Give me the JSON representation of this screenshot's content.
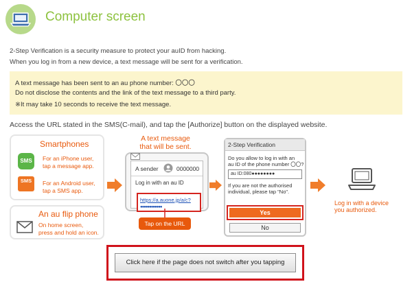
{
  "header": {
    "title": "Computer screen",
    "icon": "laptop-icon",
    "accent_color": "#8dc23f"
  },
  "intro": {
    "line1": "2-Step Verification is a security measure to protect your auID from hacking.",
    "line2": "When you log in from a new device, a text message will be sent for a verification."
  },
  "notice": {
    "line1": "A text message has been sent to an au phone number: 〇〇〇",
    "line2": "Do not disclose the contents and the link of the text message to a third party.",
    "line3": "※It may take 10 seconds to receive the text message.",
    "background": "#fcf5cd"
  },
  "instruction": "Access the URL stated in the SMS(C-mail), and tap the [Authorize] button on the displayed website.",
  "smartphones": {
    "title": "Smartphones",
    "iphone_icon_label": "SMS",
    "iphone_line1": "For an iPhone user,",
    "iphone_line2": "tap a message app.",
    "android_icon_label": "SMS",
    "android_line1": "For an Android user,",
    "android_line2": "tap a SMS app."
  },
  "flip_phone": {
    "title": "An au flip phone",
    "line1": "On home screen,",
    "line2": "press and hold an icon."
  },
  "text_message": {
    "title_line1": "A text message",
    "title_line2": "that will be sent.",
    "sender_label": "A sender",
    "sender_number": "0000000",
    "login_text": "Log in with an au ID",
    "url": "https://a.auone.jp/a/c?",
    "url_dots": "●●●●●●●●●●●●",
    "tap_label": "Tap on the URL"
  },
  "verification": {
    "header": "2-Step Verification",
    "question_line1": "Do you allow to log in with an",
    "question_line2": "au ID of the phone number 〇〇?",
    "field_value": "au ID:080●●●●●●●●",
    "warning_line1": "If you are not the authorised",
    "warning_line2": "individual,  please tap \"No\".",
    "yes_label": "Yes",
    "no_label": "No"
  },
  "result": {
    "line1": "Log in with a device",
    "line2": "you authorized."
  },
  "cta": {
    "label": "Click here if the page does not switch after you tapping",
    "frame_color": "#d0121b"
  },
  "colors": {
    "orange": "#e8590c",
    "arrow": "#f07d2b",
    "red": "#d4241e"
  }
}
